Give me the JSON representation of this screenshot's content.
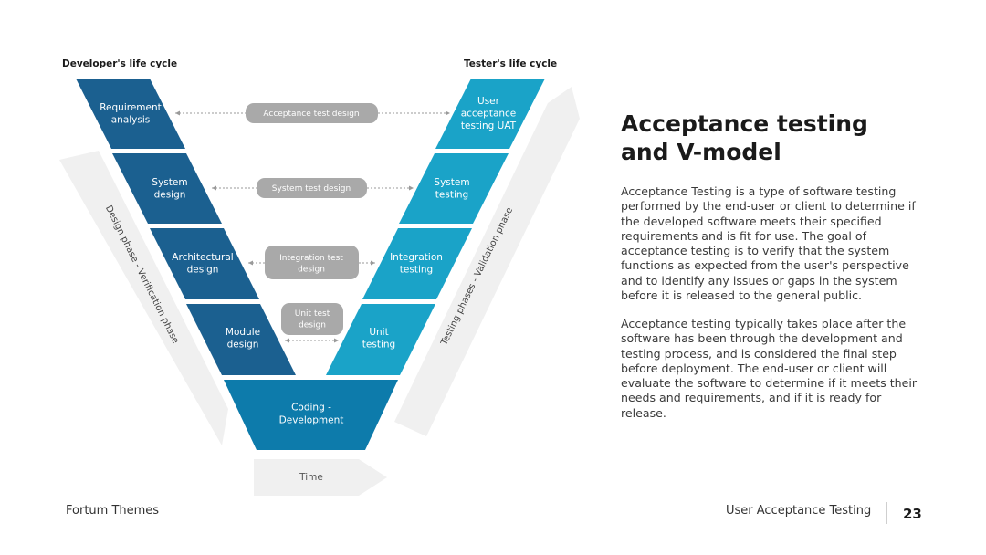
{
  "headers": {
    "developer": "Developer's life cycle",
    "tester": "Tester's life cycle"
  },
  "left_blocks": [
    {
      "lines": [
        "Requirement",
        "analysis"
      ]
    },
    {
      "lines": [
        "System",
        "design"
      ]
    },
    {
      "lines": [
        "Architectural",
        "design"
      ]
    },
    {
      "lines": [
        "Module",
        "design"
      ]
    }
  ],
  "right_blocks": [
    {
      "lines": [
        "User",
        "acceptance",
        "testing UAT"
      ]
    },
    {
      "lines": [
        "System",
        "testing"
      ]
    },
    {
      "lines": [
        "Integration",
        "testing"
      ]
    },
    {
      "lines": [
        "Unit",
        "testing"
      ]
    }
  ],
  "bottom_block": {
    "lines": [
      "Coding -",
      "Development"
    ]
  },
  "connectors": [
    {
      "lines": [
        "Acceptance test design"
      ]
    },
    {
      "lines": [
        "System test design"
      ]
    },
    {
      "lines": [
        "Integration test",
        "design"
      ]
    },
    {
      "lines": [
        "Unit test",
        "design"
      ]
    }
  ],
  "side_labels": {
    "left": "Design phase - Verification phase",
    "right": "Testing phases - Validation phase"
  },
  "time_label": "Time",
  "title": "Acceptance testing and V-model",
  "paragraphs": [
    "Acceptance Testing is a type of software testing performed by the end-user or client to determine if the developed software meets their specified requirements and is fit for use. The goal of acceptance testing is to verify that the system functions as expected from the user's perspective and to identify any issues or gaps in the system before it is released to the general public.",
    "Acceptance testing typically takes place after the software has been through the development and testing process, and is considered the final step before deployment. The end-user or client will evaluate the software to determine if it meets their needs and requirements, and if it is ready for release."
  ],
  "footer": {
    "left": "Fortum Themes",
    "right": "User Acceptance Testing",
    "page": "23"
  },
  "colors": {
    "left_block": "#1b6090",
    "right_block": "#1aa3c8",
    "bottom_block": "#0d7bab",
    "connector_pill": "#a9a9a9",
    "band": "#f0f0f0"
  }
}
